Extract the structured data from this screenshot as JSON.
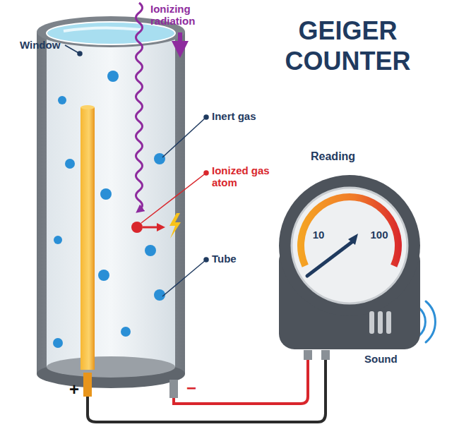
{
  "diagram": {
    "title": "GEIGER COUNTER",
    "nodes": [
      {
        "text": [
          "Reading",
          "10",
          "100"
        ]
      }
    ],
    "labels": [
      "Ionizing radiation",
      "Window",
      "Inert gas",
      "Ionized gas atom",
      "Tube",
      "Sound",
      "+",
      "−"
    ]
  }
}
